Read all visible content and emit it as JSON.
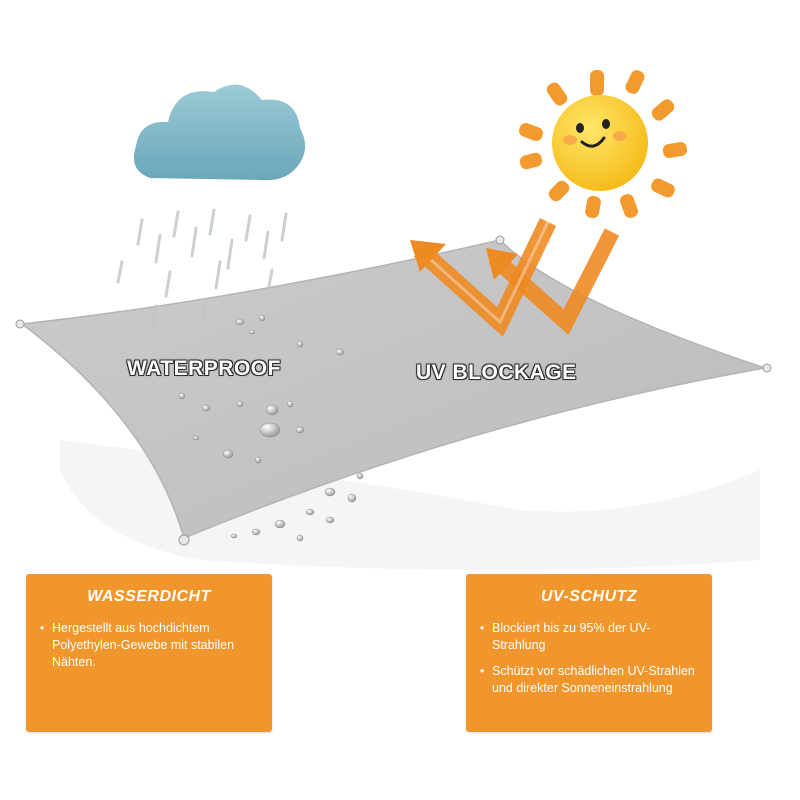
{
  "labels": {
    "waterproof": "WATERPROOF",
    "uv": "UV BLOCKAGE"
  },
  "cards": {
    "left": {
      "title": "WASSERDICHT",
      "bullets": [
        "Hergestellt aus hochdichtem Polyethylen-Gewebe mit stabilen Nähten."
      ]
    },
    "right": {
      "title": "UV-SCHUTZ",
      "bullets": [
        "Blockiert bis zu 95% der UV-Strahlung",
        "Schützt vor schädlichen UV-Strahlen und direkter Sonneneinstrahlung"
      ]
    }
  },
  "colors": {
    "card": "#f0962c",
    "sail": "#c4c4c4",
    "cloud": "#7fb7c6",
    "sun": "#f7c31a",
    "sun_rays": "#f39a2e",
    "arrows": "#f39a2e"
  },
  "icons": [
    "rain-cloud-icon",
    "smiling-sun-icon",
    "uv-deflect-arrow-icon",
    "water-droplet-icon"
  ]
}
